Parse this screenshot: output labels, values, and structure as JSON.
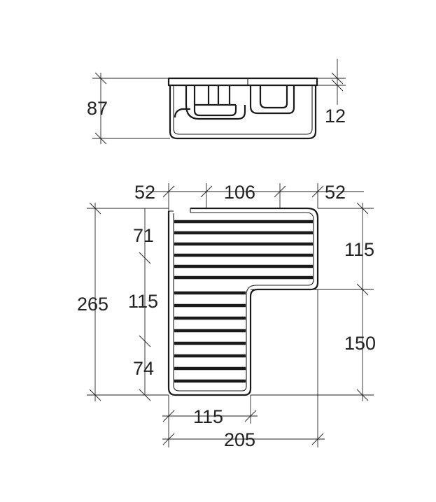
{
  "side_view": {
    "height_label": "87",
    "rim_label": "12"
  },
  "plan_view": {
    "top_left_width": "52",
    "top_mid_width": "106",
    "top_right_width": "52",
    "left_seg_top": "71",
    "left_seg_mid": "115",
    "left_seg_bottom": "74",
    "overall_height": "265",
    "right_seg_top": "115",
    "right_seg_bottom": "150",
    "bottom_inner_width": "115",
    "overall_width": "205"
  },
  "colors": {
    "line": "#1a1a1a",
    "text": "#222222",
    "background": "#ffffff"
  }
}
